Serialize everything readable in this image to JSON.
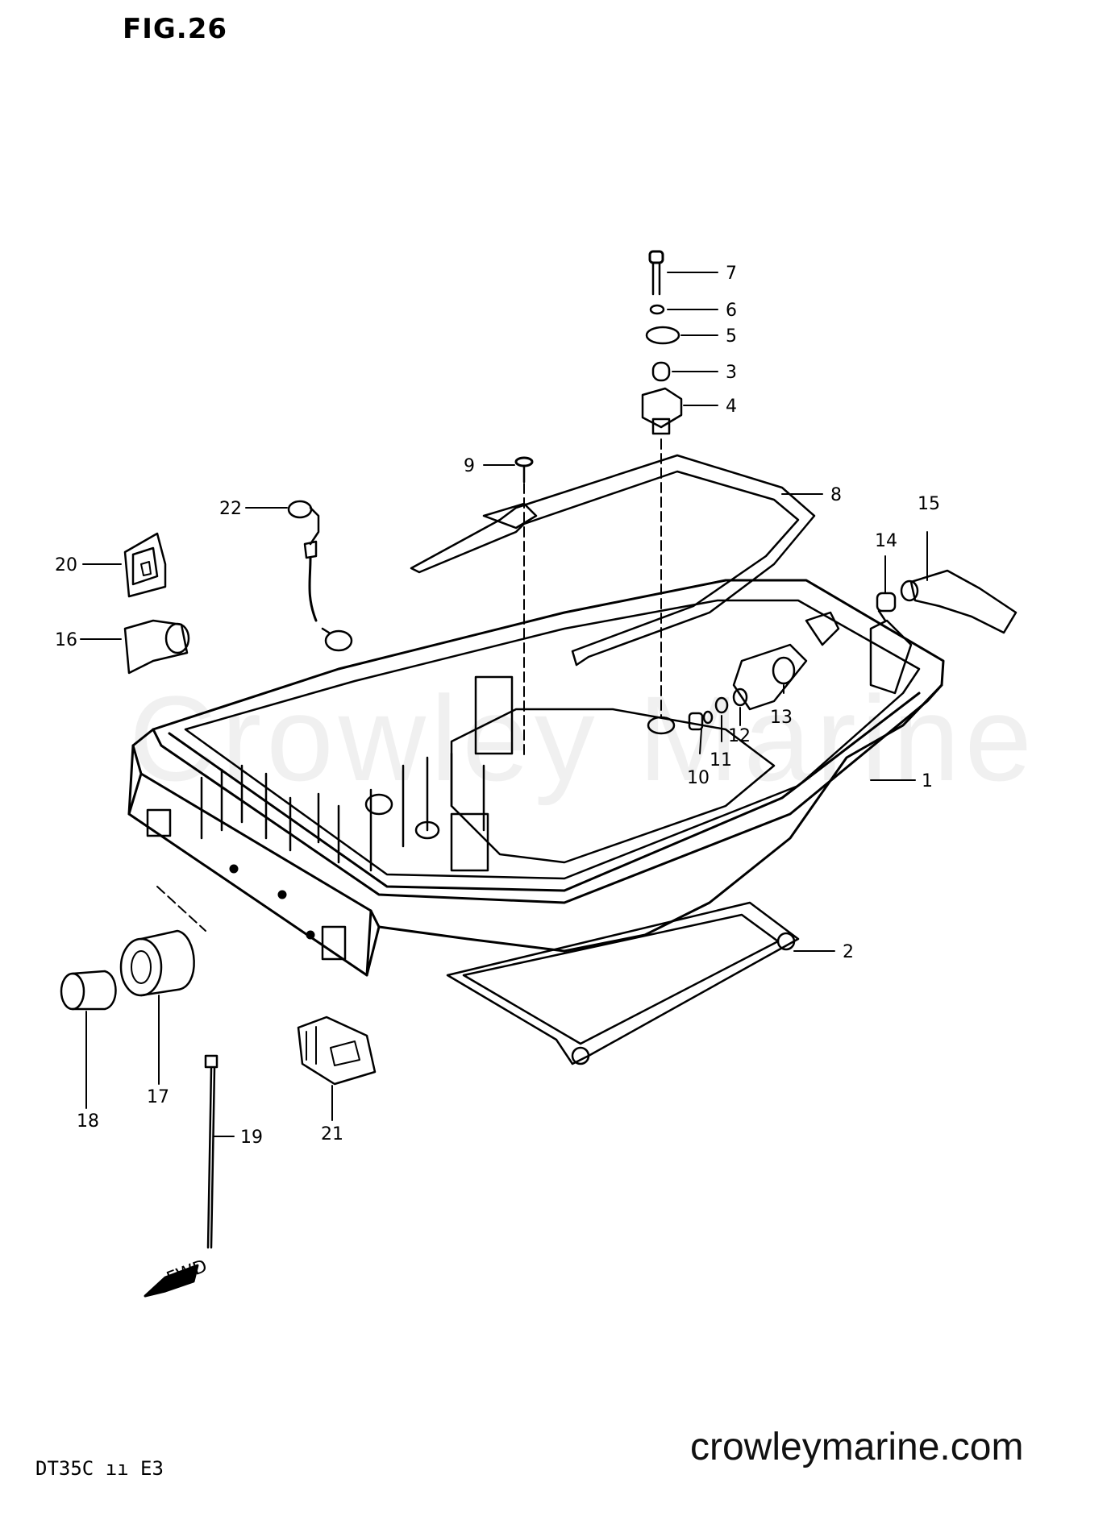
{
  "figure": {
    "title": "FIG.26",
    "model_code": "DT35C ıı E3",
    "watermark": "Crowley Marine",
    "footer": "crowleymarine.com",
    "fwd_arrow_label": "FWD"
  },
  "callouts": [
    {
      "id": "7",
      "label": "7"
    },
    {
      "id": "6",
      "label": "6"
    },
    {
      "id": "5",
      "label": "5"
    },
    {
      "id": "3",
      "label": "3"
    },
    {
      "id": "4",
      "label": "4"
    },
    {
      "id": "9",
      "label": "9"
    },
    {
      "id": "8",
      "label": "8"
    },
    {
      "id": "22",
      "label": "22"
    },
    {
      "id": "15",
      "label": "15"
    },
    {
      "id": "14",
      "label": "14"
    },
    {
      "id": "20",
      "label": "20"
    },
    {
      "id": "16",
      "label": "16"
    },
    {
      "id": "13",
      "label": "13"
    },
    {
      "id": "12",
      "label": "12"
    },
    {
      "id": "11",
      "label": "11"
    },
    {
      "id": "10",
      "label": "10"
    },
    {
      "id": "1",
      "label": "1"
    },
    {
      "id": "2",
      "label": "2"
    },
    {
      "id": "18",
      "label": "18"
    },
    {
      "id": "17",
      "label": "17"
    },
    {
      "id": "19",
      "label": "19"
    },
    {
      "id": "21",
      "label": "21"
    }
  ]
}
